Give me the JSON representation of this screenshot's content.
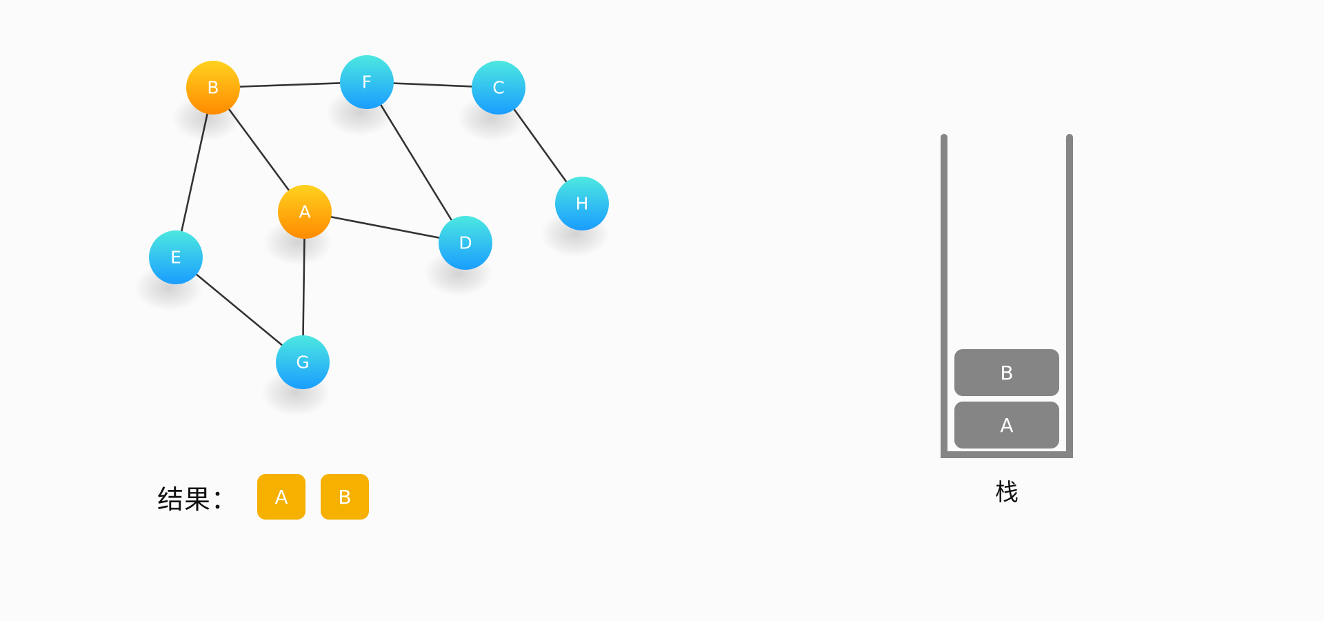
{
  "graph": {
    "nodes": [
      {
        "id": "A",
        "label": "A",
        "visited": true
      },
      {
        "id": "B",
        "label": "B",
        "visited": true
      },
      {
        "id": "C",
        "label": "C",
        "visited": false
      },
      {
        "id": "D",
        "label": "D",
        "visited": false
      },
      {
        "id": "E",
        "label": "E",
        "visited": false
      },
      {
        "id": "F",
        "label": "F",
        "visited": false
      },
      {
        "id": "G",
        "label": "G",
        "visited": false
      },
      {
        "id": "H",
        "label": "H",
        "visited": false
      }
    ],
    "edges": [
      [
        "B",
        "F"
      ],
      [
        "F",
        "C"
      ],
      [
        "B",
        "A"
      ],
      [
        "B",
        "E"
      ],
      [
        "F",
        "D"
      ],
      [
        "C",
        "H"
      ],
      [
        "A",
        "D"
      ],
      [
        "A",
        "G"
      ],
      [
        "E",
        "G"
      ]
    ]
  },
  "colors": {
    "visited_top": "#ffd21f",
    "visited_bottom": "#ff8a00",
    "unvisited_top": "#4de8e0",
    "unvisited_bottom": "#1a9dff",
    "result_box": "#f5b000",
    "stack_gray": "#858585"
  },
  "result": {
    "label": "结果：",
    "items": [
      "A",
      "B"
    ]
  },
  "stack": {
    "label": "栈",
    "items_bottom_to_top": [
      "A",
      "B"
    ]
  }
}
